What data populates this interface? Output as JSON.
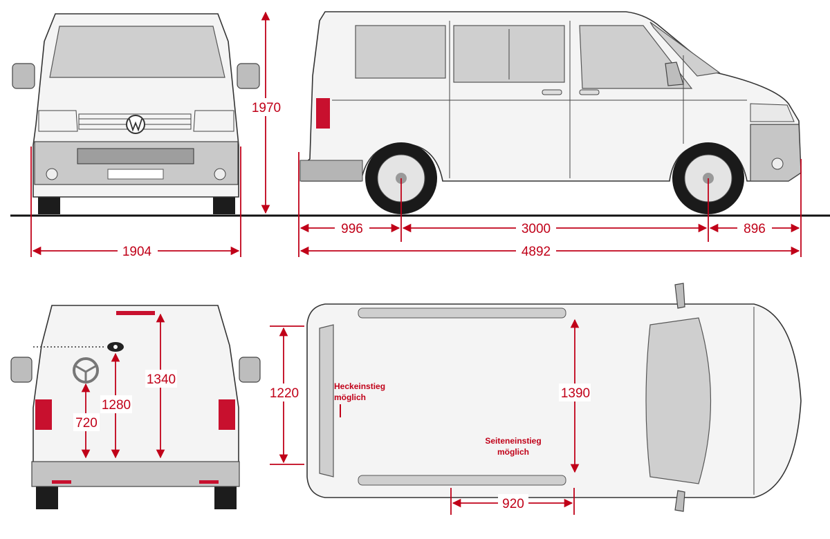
{
  "dimensions": {
    "front_width": "1904",
    "height": "1970",
    "rear_overhang": "996",
    "wheelbase": "3000",
    "front_overhang": "896",
    "length": "4892",
    "rear_door_height": "1340",
    "rear_step_height": "1280",
    "rear_lock_height": "720",
    "rear_door_width": "1220",
    "interior_width": "1390",
    "side_door_width": "920"
  },
  "notes": {
    "rear_entry_line1": "Heckeinstieg",
    "rear_entry_line2": "möglich",
    "side_entry_line1": "Seiteneinstieg",
    "side_entry_line2": "möglich"
  },
  "colors": {
    "dimension": "#c00018",
    "outline": "#333333",
    "glass": "#cfcfcf"
  },
  "icons": [
    "vw-logo-icon",
    "steering-wheel-icon",
    "eye-icon"
  ]
}
